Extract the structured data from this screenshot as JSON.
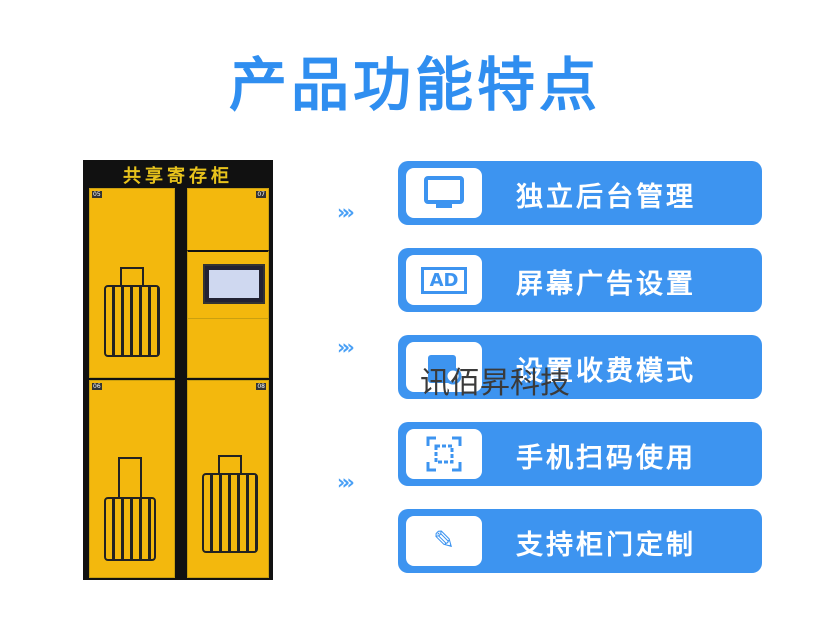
{
  "title": "产品功能特点",
  "cabinet": {
    "name": "共享寄存柜",
    "door_numbers": [
      "05",
      "07",
      "06",
      "08"
    ]
  },
  "features": [
    {
      "label": "独立后台管理",
      "icon": "monitor-icon"
    },
    {
      "label": "屏幕广告设置",
      "icon": "ad-screen-icon",
      "icon_text": "AD"
    },
    {
      "label": "设置收费模式",
      "icon": "calendar-search-icon"
    },
    {
      "label": "手机扫码使用",
      "icon": "qr-scan-icon"
    },
    {
      "label": "支持柜门定制",
      "icon": "wrench-icon"
    }
  ],
  "watermark": "讯佰昇科技",
  "colors": {
    "accent": "#3d94f0",
    "door": "#f3b80d"
  }
}
